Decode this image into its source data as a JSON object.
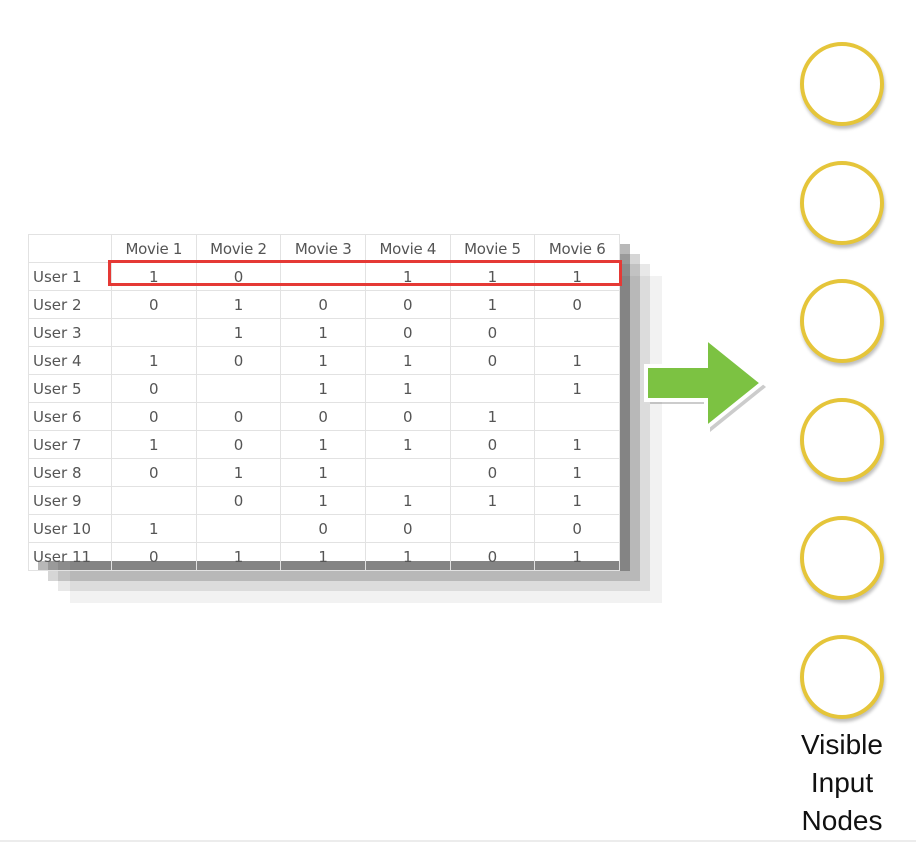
{
  "table": {
    "columns": [
      "Movie 1",
      "Movie 2",
      "Movie 3",
      "Movie 4",
      "Movie 5",
      "Movie 6"
    ],
    "rows": [
      {
        "label": "User 1",
        "cells": [
          "1",
          "0",
          "",
          "1",
          "1",
          "1"
        ]
      },
      {
        "label": "User 2",
        "cells": [
          "0",
          "1",
          "0",
          "0",
          "1",
          "0"
        ]
      },
      {
        "label": "User 3",
        "cells": [
          "",
          "1",
          "1",
          "0",
          "0",
          ""
        ]
      },
      {
        "label": "User 4",
        "cells": [
          "1",
          "0",
          "1",
          "1",
          "0",
          "1"
        ]
      },
      {
        "label": "User 5",
        "cells": [
          "0",
          "",
          "1",
          "1",
          "",
          "1"
        ]
      },
      {
        "label": "User 6",
        "cells": [
          "0",
          "0",
          "0",
          "0",
          "1",
          ""
        ]
      },
      {
        "label": "User 7",
        "cells": [
          "1",
          "0",
          "1",
          "1",
          "0",
          "1"
        ]
      },
      {
        "label": "User 8",
        "cells": [
          "0",
          "1",
          "1",
          "",
          "0",
          "1"
        ]
      },
      {
        "label": "User 9",
        "cells": [
          "",
          "0",
          "1",
          "1",
          "1",
          "1"
        ]
      },
      {
        "label": "User 10",
        "cells": [
          "1",
          "",
          "0",
          "0",
          "",
          "0"
        ]
      },
      {
        "label": "User 11",
        "cells": [
          "0",
          "1",
          "1",
          "1",
          "0",
          "1"
        ]
      }
    ],
    "highlighted_row": "User 1"
  },
  "nodes": {
    "count": 6,
    "label_lines": [
      "Visible",
      "Input",
      "Nodes"
    ]
  },
  "colors": {
    "highlight": "#e53935",
    "arrow": "#7cc242",
    "node_border": "#e5c53a"
  }
}
